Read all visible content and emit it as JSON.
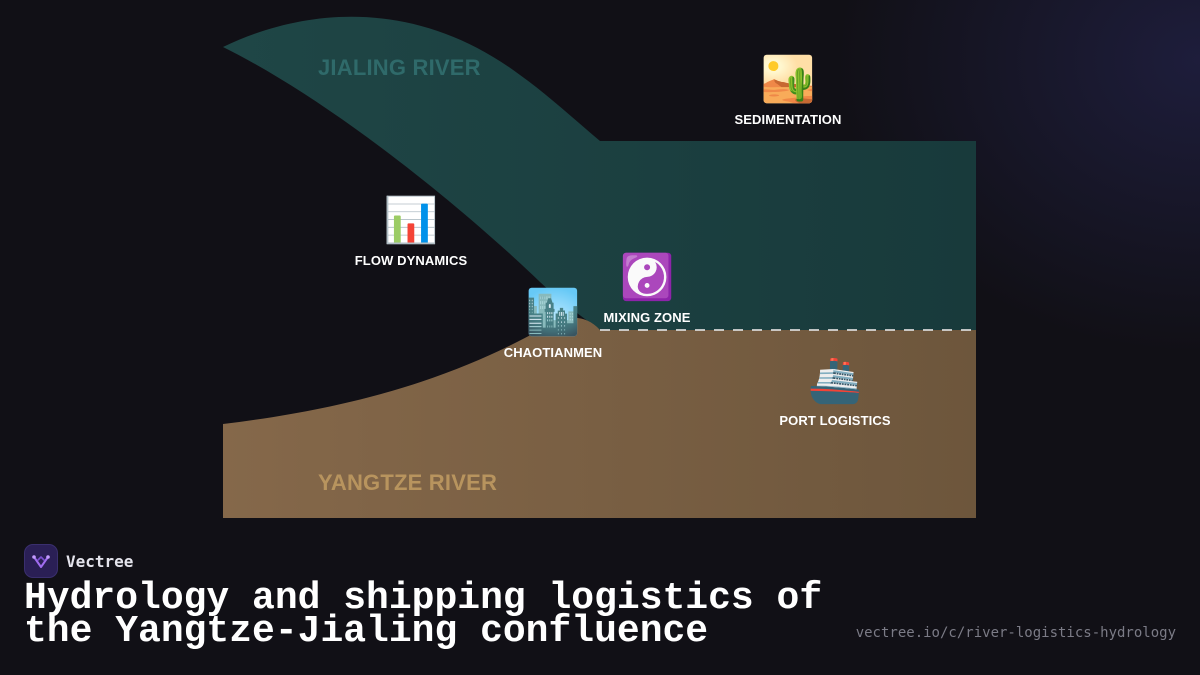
{
  "diagram": {
    "rivers": {
      "jialing": "JIALING RIVER",
      "yangtze": "YANGTZE RIVER"
    },
    "colors": {
      "jialing": "#1d3f40",
      "yangtze": "#7e6344",
      "background": "#111016"
    },
    "nodes": {
      "sedimentation": {
        "label": "SEDIMENTATION",
        "icon": "desert-icon",
        "glyph": "🏜️"
      },
      "flow_dynamics": {
        "label": "FLOW DYNAMICS",
        "icon": "bar-chart-icon",
        "glyph": "📊"
      },
      "mixing_zone": {
        "label": "MIXING ZONE",
        "icon": "yin-yang-icon",
        "glyph": "☯️"
      },
      "chaotianmen": {
        "label": "CHAOTIANMEN",
        "icon": "cityscape-icon",
        "glyph": "🏙️"
      },
      "port_logistics": {
        "label": "PORT LOGISTICS",
        "icon": "ship-icon",
        "glyph": "🚢"
      }
    }
  },
  "footer": {
    "brand": "Vectree",
    "title": "Hydrology and shipping logistics of the Yangtze-Jialing confluence",
    "url": "vectree.io/c/river-logistics-hydrology"
  }
}
